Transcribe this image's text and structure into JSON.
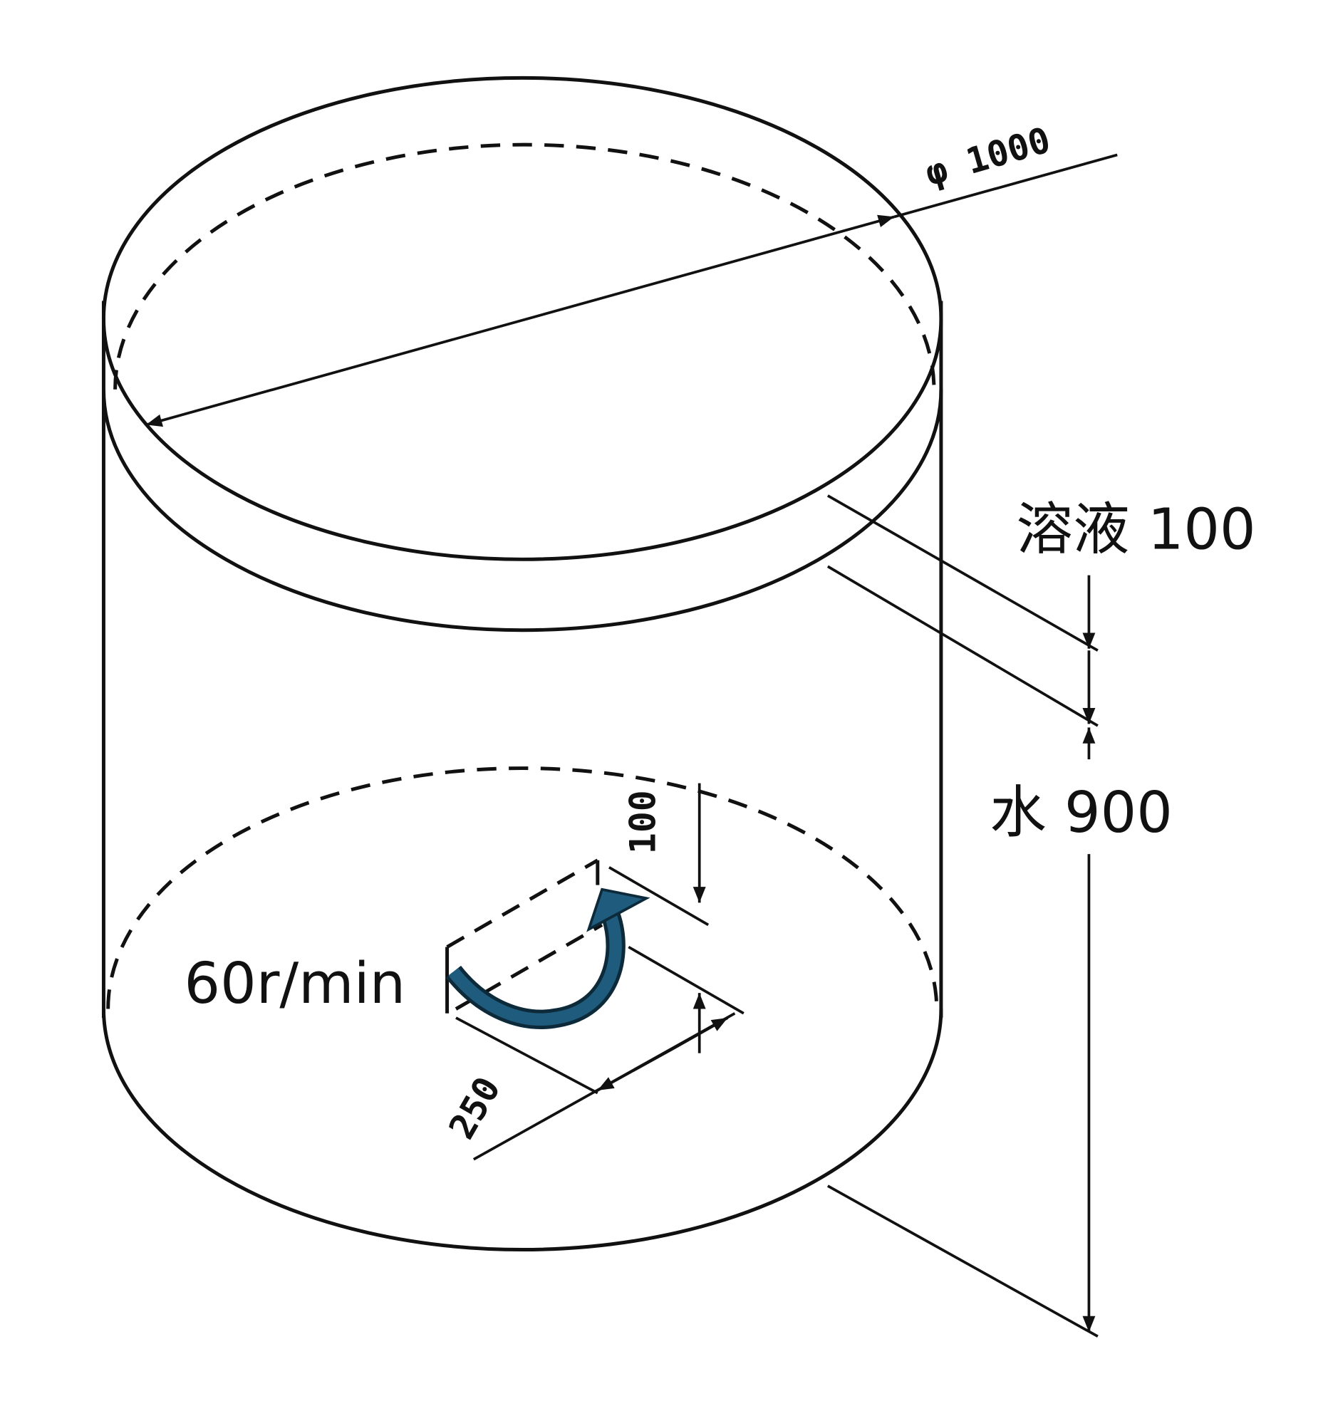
{
  "labels": {
    "diameter": "φ 1000",
    "solution": "溶液  100",
    "water": "水  900",
    "speed": "60r/min",
    "paddle_height": "100",
    "paddle_width": "250"
  },
  "colors": {
    "rotation_arrow": "#1f5b7d",
    "line": "#111111"
  }
}
